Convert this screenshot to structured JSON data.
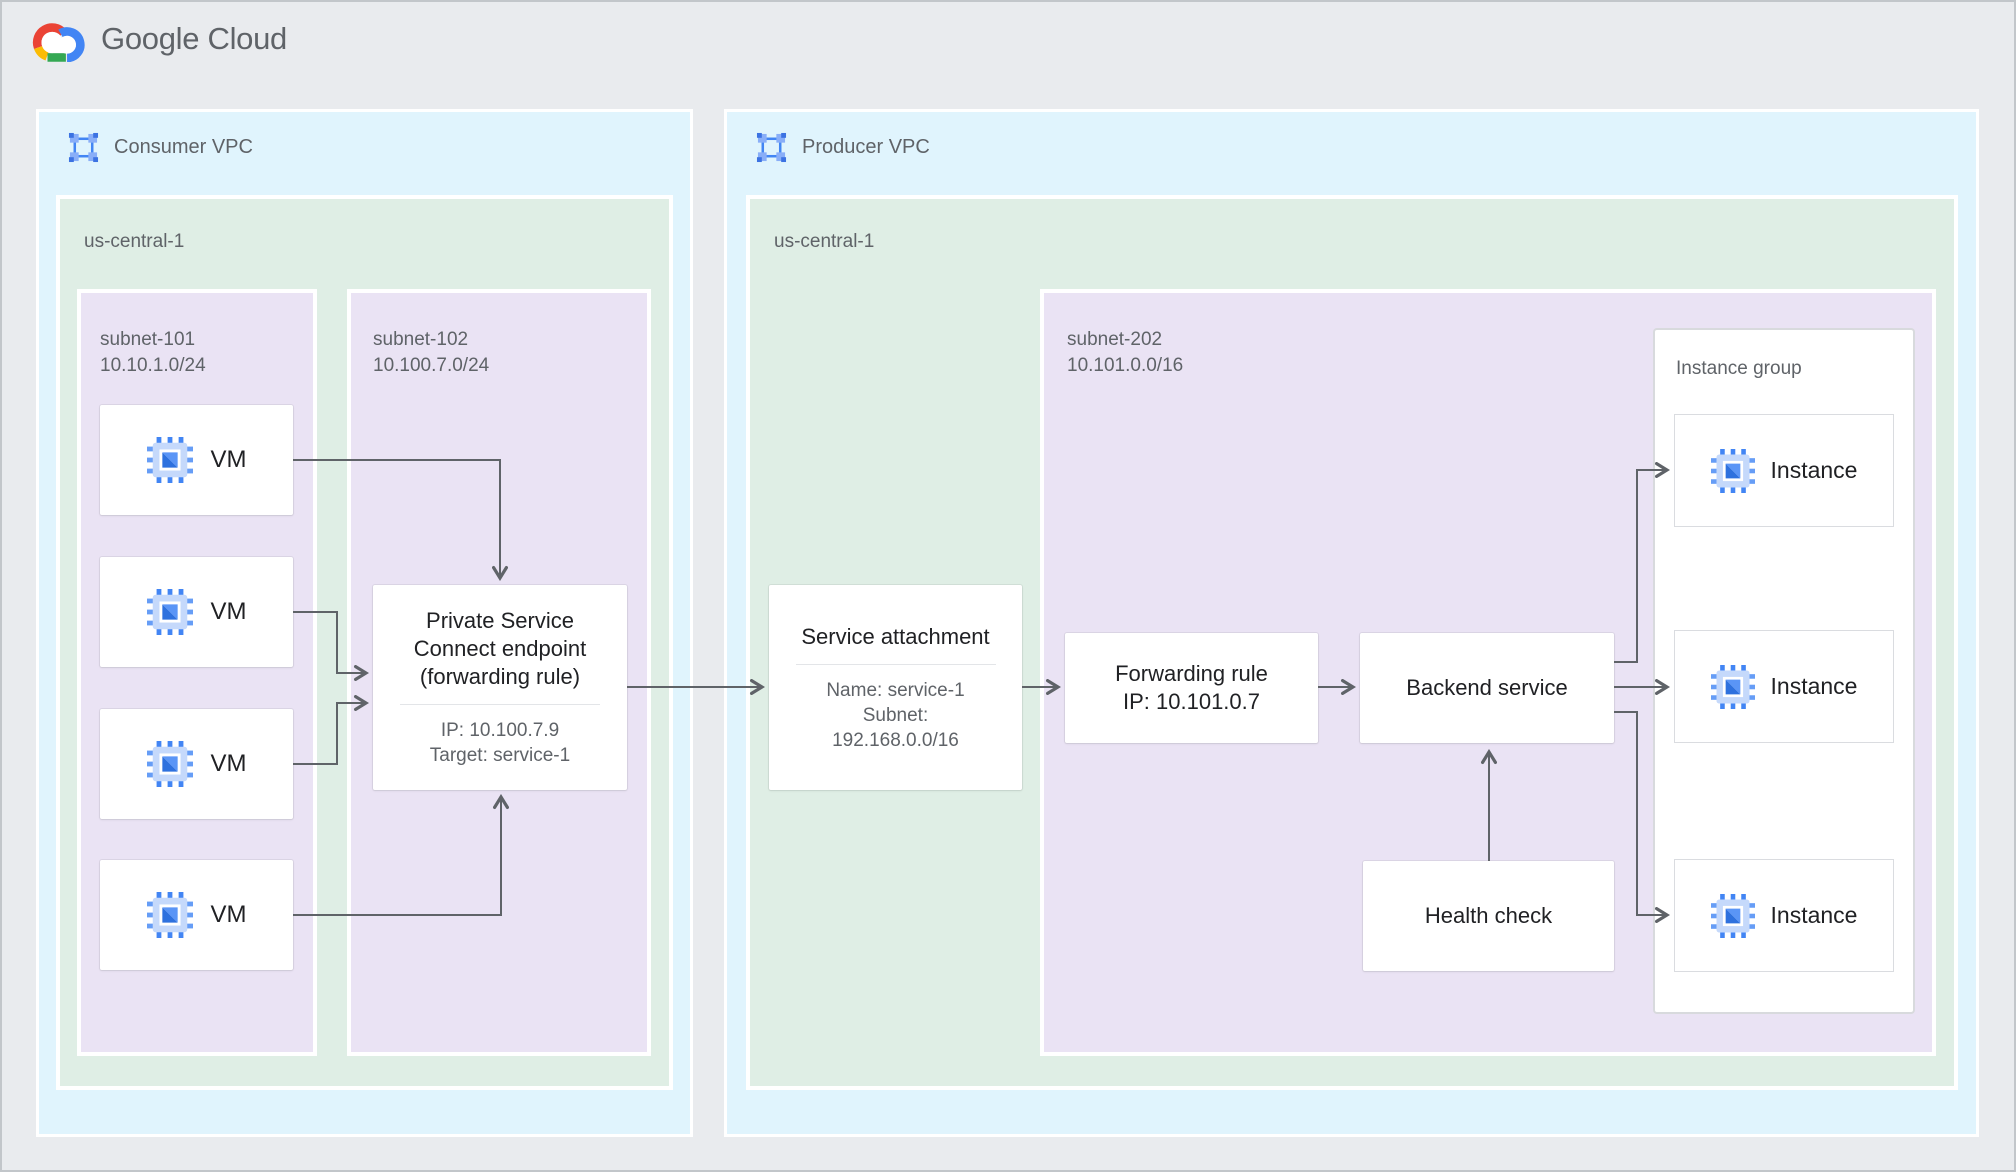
{
  "brand": {
    "name": "Google Cloud"
  },
  "colors": {
    "canvas_bg": "#e9ebee",
    "vpc_bg": "#e0f4fd",
    "region_bg": "#dfeee5",
    "subnet_bg": "#eae3f4",
    "node_bg": "#ffffff",
    "connector": "#5f6368",
    "text_dark": "#202124",
    "text_gray": "#5f6368",
    "google_blue": "#4285F4",
    "google_red": "#EA4335",
    "google_yellow": "#FBBC04",
    "google_green": "#34A853"
  },
  "consumer_vpc": {
    "label": "Consumer VPC",
    "region": {
      "label": "us-central-1",
      "subnet101": {
        "name": "subnet-101",
        "cidr": "10.10.1.0/24",
        "vms": [
          {
            "label": "VM"
          },
          {
            "label": "VM"
          },
          {
            "label": "VM"
          },
          {
            "label": "VM"
          }
        ]
      },
      "subnet102": {
        "name": "subnet-102",
        "cidr": "10.100.7.0/24",
        "psc_endpoint": {
          "title": "Private Service Connect endpoint (forwarding rule)",
          "ip": "IP: 10.100.7.9",
          "target": "Target: service-1"
        }
      }
    }
  },
  "producer_vpc": {
    "label": "Producer VPC",
    "region": {
      "label": "us-central-1",
      "service_attachment": {
        "title": "Service attachment",
        "name": "Name: service-1",
        "subnet_label": "Subnet:",
        "subnet_cidr": "192.168.0.0/16"
      },
      "subnet202": {
        "name": "subnet-202",
        "cidr": "10.101.0.0/16",
        "forwarding_rule": {
          "title": "Forwarding rule",
          "ip": "IP: 10.101.0.7"
        },
        "backend_service": {
          "label": "Backend service"
        },
        "health_check": {
          "label": "Health check"
        },
        "instance_group": {
          "label": "Instance group",
          "instances": [
            {
              "label": "Instance"
            },
            {
              "label": "Instance"
            },
            {
              "label": "Instance"
            }
          ]
        }
      }
    }
  }
}
